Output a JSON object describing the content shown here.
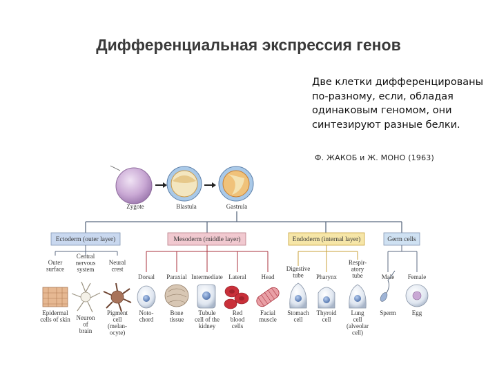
{
  "slide": {
    "title": "Дифференциальная экспрессия генов",
    "quote": "Две клетки дифференцированы по-разному, если, обладая одинаковым геномом, они синтезируют разные белки.",
    "citation": "Ф. ЖАКОБ и Ж. МОНО (1963)"
  },
  "diagram": {
    "stages": [
      "Zygote",
      "Blastula",
      "Gastrula"
    ],
    "layers": {
      "ectoderm": "Ectoderm (outer layer)",
      "mesoderm": "Mesoderm (middle layer)",
      "endoderm": "Endoderm (internal layer)",
      "germ": "Germ cells"
    },
    "top_labels": {
      "outer_surface": [
        "Outer",
        "surface"
      ],
      "central_nervous": [
        "Central",
        "nervous",
        "system"
      ],
      "neural_crest": [
        "Neural",
        "crest"
      ],
      "dorsal": [
        "Dorsal"
      ],
      "paraxial": [
        "Paraxial"
      ],
      "intermediate": [
        "Intermediate"
      ],
      "lateral": [
        "Lateral"
      ],
      "head": [
        "Head"
      ],
      "digestive": [
        "Digestive",
        "tube"
      ],
      "pharynx": [
        "Pharynx"
      ],
      "respiratory": [
        "Respir-",
        "atory",
        "tube"
      ],
      "male": [
        "Male"
      ],
      "female": [
        "Female"
      ]
    },
    "bottom_labels": {
      "epidermal": [
        "Epidermal",
        "cells of skin"
      ],
      "neuron": [
        "Neuron",
        "of",
        "brain"
      ],
      "pigment": [
        "Pigment",
        "cell",
        "(melan-",
        "ocyte)"
      ],
      "notochord": [
        "Noto-",
        "chord"
      ],
      "bone": [
        "Bone",
        "tissue"
      ],
      "tubule": [
        "Tubule",
        "cell of the",
        "kidney"
      ],
      "red_blood": [
        "Red",
        "blood",
        "cells"
      ],
      "facial": [
        "Facial",
        "muscle"
      ],
      "stomach": [
        "Stomach",
        "cell"
      ],
      "thyroid": [
        "Thyroid",
        "cell"
      ],
      "lung": [
        "Lung",
        "cell",
        "(alveolar",
        "cell)"
      ],
      "sperm": [
        "Sperm"
      ],
      "egg": [
        "Egg"
      ]
    }
  },
  "colors": {
    "zygote": "#c9a8d4",
    "ectoderm_box": "#c9d8ef",
    "mesoderm_box": "#f1c9d0",
    "endoderm_box": "#f6e6a8",
    "germ_box": "#cfe1f2",
    "tree_line": "#5b6a80",
    "meso_line": "#a8303c",
    "endo_line": "#c8a23a"
  }
}
